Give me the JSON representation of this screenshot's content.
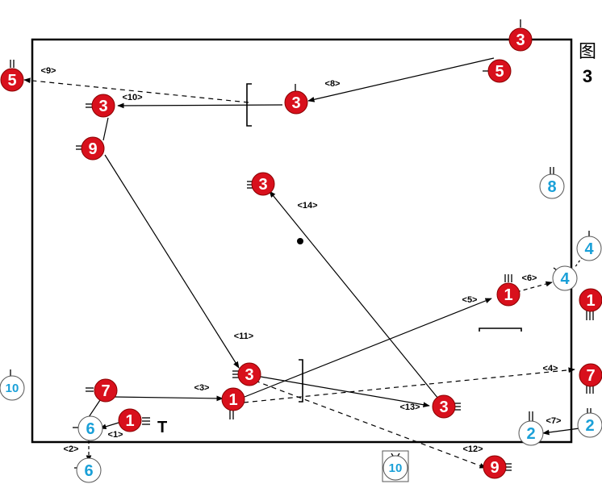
{
  "figure": {
    "label_char": "图",
    "label_num": "3"
  },
  "colors": {
    "red": "#d8101c",
    "blue": "#1aa0d8",
    "line": "#000000",
    "white": "#ffffff"
  },
  "players": [
    {
      "id": "r3-top",
      "team": "red",
      "number": "3"
    },
    {
      "id": "r5-top",
      "team": "red",
      "number": "5"
    },
    {
      "id": "r5-left",
      "team": "red",
      "number": "5"
    },
    {
      "id": "r3-mid",
      "team": "red",
      "number": "3"
    },
    {
      "id": "r3-left",
      "team": "red",
      "number": "3"
    },
    {
      "id": "r9-left",
      "team": "red",
      "number": "9"
    },
    {
      "id": "r3-center",
      "team": "red",
      "number": "3"
    },
    {
      "id": "r1-right",
      "team": "red",
      "number": "1"
    },
    {
      "id": "r1-far-right",
      "team": "red",
      "number": "1"
    },
    {
      "id": "r7-right",
      "team": "red",
      "number": "7"
    },
    {
      "id": "r3-lower",
      "team": "red",
      "number": "3"
    },
    {
      "id": "r7-left",
      "team": "red",
      "number": "7"
    },
    {
      "id": "r1-lower",
      "team": "red",
      "number": "1"
    },
    {
      "id": "r1-bottom-left",
      "team": "red",
      "number": "1"
    },
    {
      "id": "r3-bottom-right",
      "team": "red",
      "number": "3"
    },
    {
      "id": "r9-bottom",
      "team": "red",
      "number": "9"
    },
    {
      "id": "b8",
      "team": "blue",
      "number": "8"
    },
    {
      "id": "b4-top",
      "team": "blue",
      "number": "4"
    },
    {
      "id": "b4",
      "team": "blue",
      "number": "4"
    },
    {
      "id": "b10-left",
      "team": "blue",
      "number": "10"
    },
    {
      "id": "b6",
      "team": "blue",
      "number": "6"
    },
    {
      "id": "b6-below",
      "team": "blue",
      "number": "6"
    },
    {
      "id": "b2-left",
      "team": "blue",
      "number": "2"
    },
    {
      "id": "b2-right",
      "team": "blue",
      "number": "2"
    },
    {
      "id": "b10-box",
      "team": "blue",
      "number": "10"
    }
  ],
  "labels": {
    "l1": "<1>",
    "l2": "<2>",
    "l3": "<3>",
    "l4": "<4>",
    "l5": "<5>",
    "l6": "<6>",
    "l7": "<7>",
    "l8": "<8>",
    "l9": "<9>",
    "l10": "<10>",
    "l11": "<11>",
    "l12": "<12>",
    "l13": "<13>",
    "l14": "<14>"
  },
  "marker_t": "T"
}
